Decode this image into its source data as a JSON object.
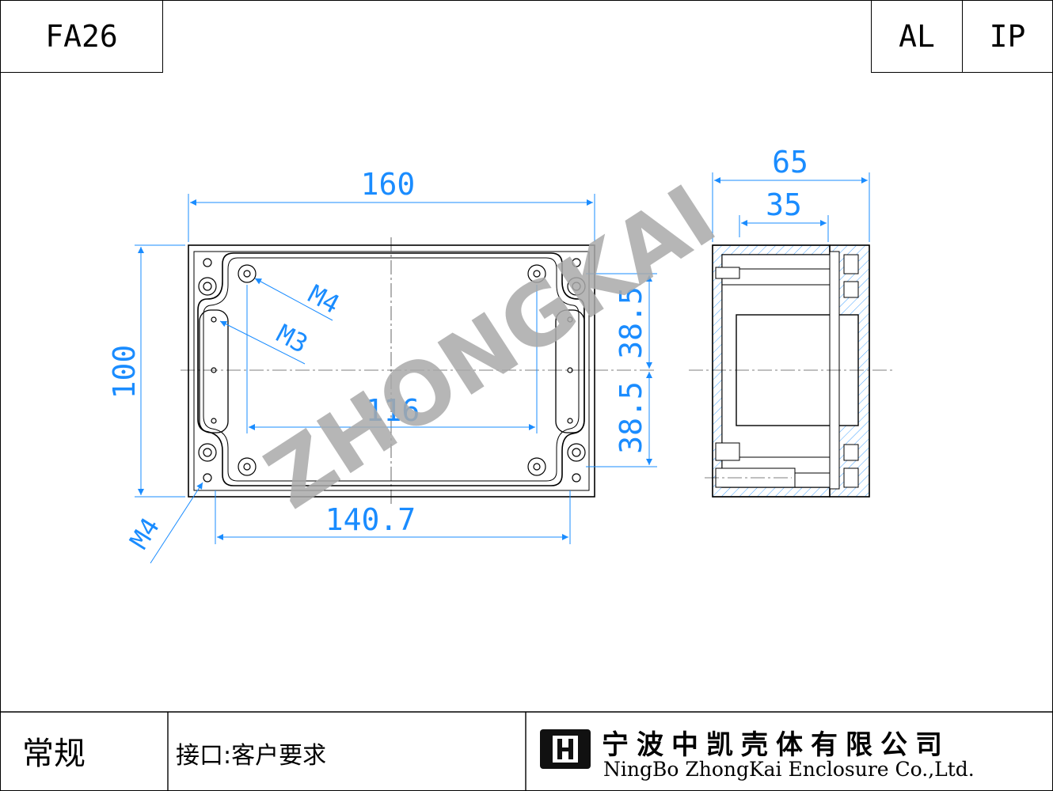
{
  "header": {
    "model": "FA26",
    "material": "AL",
    "rating": "IP"
  },
  "front_view": {
    "dims": {
      "width": "160",
      "height": "100",
      "inner_hole_span": "116",
      "bottom_hole_span": "140.7",
      "half_spacing_top": "38.5",
      "half_spacing_bottom": "38.5"
    },
    "callouts": {
      "cover_screw": "M4",
      "pcb_screw": "M3",
      "mount_screw": "M4"
    }
  },
  "side_view": {
    "dims": {
      "total_depth": "65",
      "base_depth": "35"
    }
  },
  "watermark": "ZHONGKAI",
  "footer": {
    "category": "常规",
    "interface_note": "接口:客户要求",
    "company_cn": "宁波中凯壳体有限公司",
    "company_en": "NingBo ZhongKai Enclosure Co.,Ltd."
  },
  "colors": {
    "dimension": "#1a8cff",
    "line": "#000000",
    "watermark": "#a9a9a9"
  }
}
